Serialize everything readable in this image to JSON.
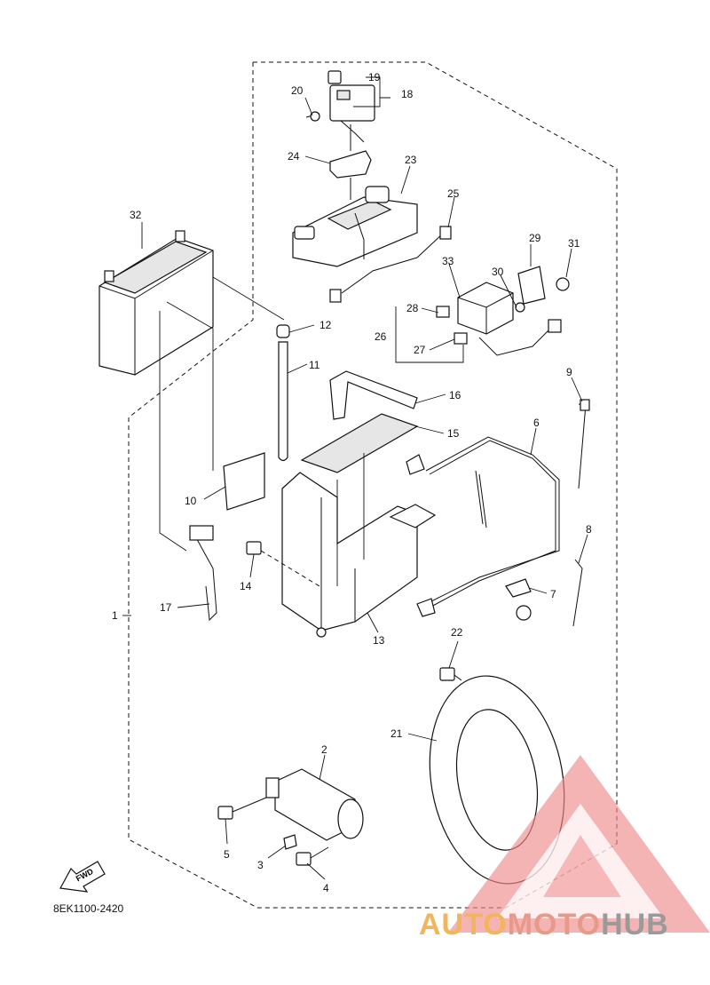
{
  "diagram": {
    "code": "8EK1100-2420",
    "fwd_label": "FWD",
    "parts": [
      "1",
      "2",
      "3",
      "4",
      "5",
      "6",
      "7",
      "8",
      "9",
      "10",
      "11",
      "12",
      "13",
      "14",
      "15",
      "16",
      "17",
      "18",
      "19",
      "20",
      "21",
      "22",
      "23",
      "24",
      "25",
      "26",
      "27",
      "28",
      "29",
      "30",
      "31",
      "32",
      "33"
    ]
  },
  "watermark": {
    "part1": "AUTO",
    "part2": "MOTO",
    "part3": "HUB",
    "colors": {
      "triangle": "#f08a8a",
      "auto": "#f2b55c",
      "moto": "#e89a8a",
      "hub": "#9a9a9a"
    }
  }
}
